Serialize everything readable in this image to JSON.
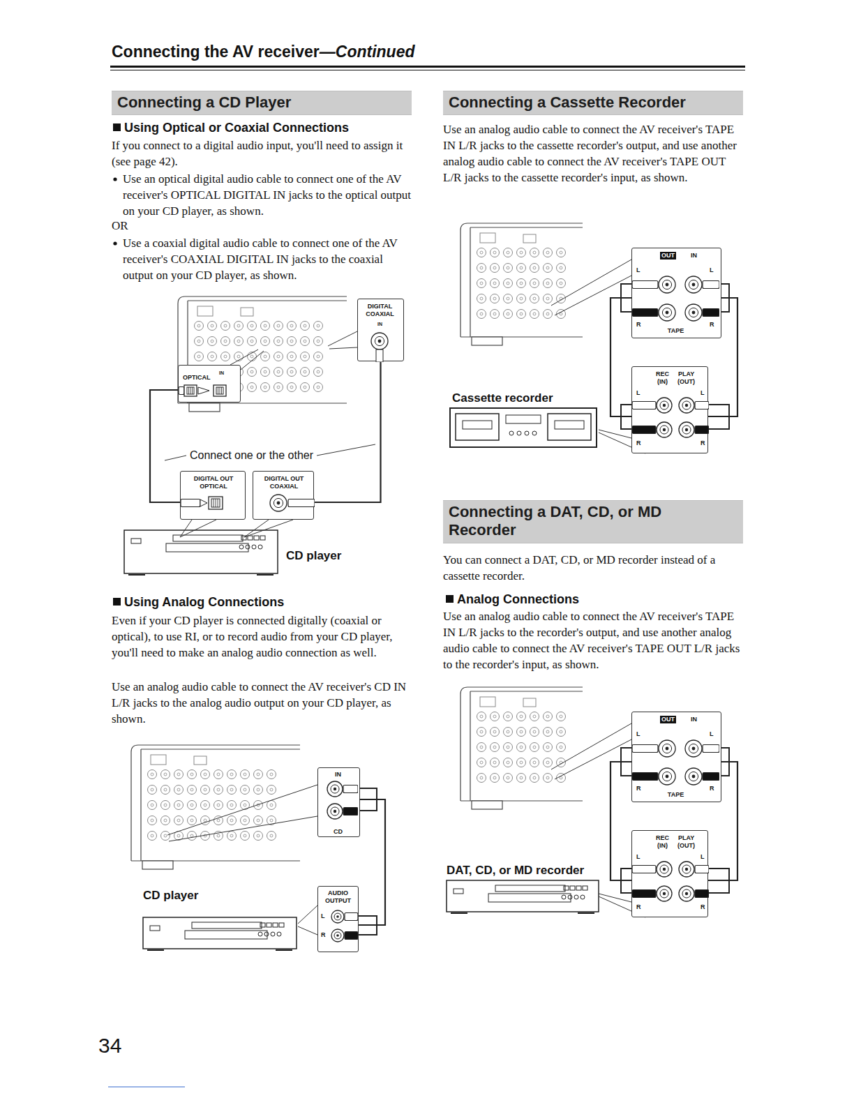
{
  "diagram": {
    "title": "Connecting the AV receiver—Continued",
    "nodes": [
      {
        "text": [
          "Connecting a CD Player"
        ]
      },
      {
        "text": [
          "DIGITAL COAXIAL",
          "IN"
        ]
      },
      {
        "text": [
          "IN",
          "OPTICAL"
        ]
      },
      {
        "text": [
          "DIGITAL OUT OPTICAL"
        ]
      },
      {
        "text": [
          "DIGITAL OUT COAXIAL"
        ]
      },
      {
        "text": [
          "IN",
          "CD"
        ]
      },
      {
        "text": [
          "AUDIO OUTPUT",
          "L",
          "R"
        ]
      },
      {
        "text": [
          "Connecting a Cassette Recorder"
        ]
      },
      {
        "text": [
          "OUT",
          "IN",
          "L",
          "L",
          "R",
          "R",
          "TAPE"
        ]
      },
      {
        "text": [
          "REC",
          "PLAY",
          "(IN)",
          "(OUT)",
          "L",
          "L",
          "R",
          "R"
        ]
      },
      {
        "text": [
          "Connecting a DAT, CD, or MD Recorder"
        ]
      },
      {
        "text": [
          "OUT",
          "IN",
          "L",
          "L",
          "R",
          "R",
          "TAPE"
        ]
      },
      {
        "text": [
          "REC",
          "PLAY",
          "(IN)",
          "(OUT)",
          "L",
          "L",
          "R",
          "R"
        ]
      }
    ],
    "edges": [
      {
        "from": 2,
        "to": 3,
        "arrow": "none"
      },
      {
        "from": 1,
        "to": 4,
        "arrow": "none"
      },
      {
        "from": 5,
        "to": 6,
        "arrow": "none"
      },
      {
        "from": 8,
        "to": 9,
        "arrow": "none"
      },
      {
        "from": 8,
        "to": 9,
        "arrow": "none"
      },
      {
        "from": 11,
        "to": 12,
        "arrow": "none"
      },
      {
        "from": 11,
        "to": 12,
        "arrow": "none"
      }
    ],
    "labels": [
      "Using Optical or Coaxial Connections",
      "If you connect to a digital audio input, you'll need to assign it (see page 42).",
      "Use an optical digital audio cable to connect one of the AV receiver's OPTICAL DIGITAL IN jacks to the optical output on your CD player, as shown.",
      "OR",
      "Use a coaxial digital audio cable to connect one of the AV receiver's COAXIAL DIGITAL IN jacks to the coaxial output on your CD player, as shown.",
      "Connect one or the other",
      "CD player",
      "Using Analog Connections",
      "Even if your CD player is connected digitally (coaxial or optical), to use RI, or to record audio from your CD player, you'll need to make an analog audio connection as well.",
      "Use an analog audio cable to connect the AV receiver's CD IN L/R jacks to the analog audio output on your CD player, as shown.",
      "CD player",
      "34",
      "Use an analog audio cable to connect the AV receiver's TAPE IN L/R jacks to the cassette recorder's output, and use another analog audio cable to connect the AV receiver's TAPE OUT L/R jacks to the cassette recorder's input, as shown.",
      "Cassette recorder",
      "You can connect a DAT, CD, or MD recorder instead of a cassette recorder.",
      "Analog Connections",
      "Use an analog audio cable to connect the AV receiver's TAPE IN L/R jacks to the recorder's output, and use another analog audio cable to connect the AV receiver's TAPE OUT L/R jacks to the recorder's input, as shown.",
      "DAT, CD, or MD recorder"
    ]
  }
}
